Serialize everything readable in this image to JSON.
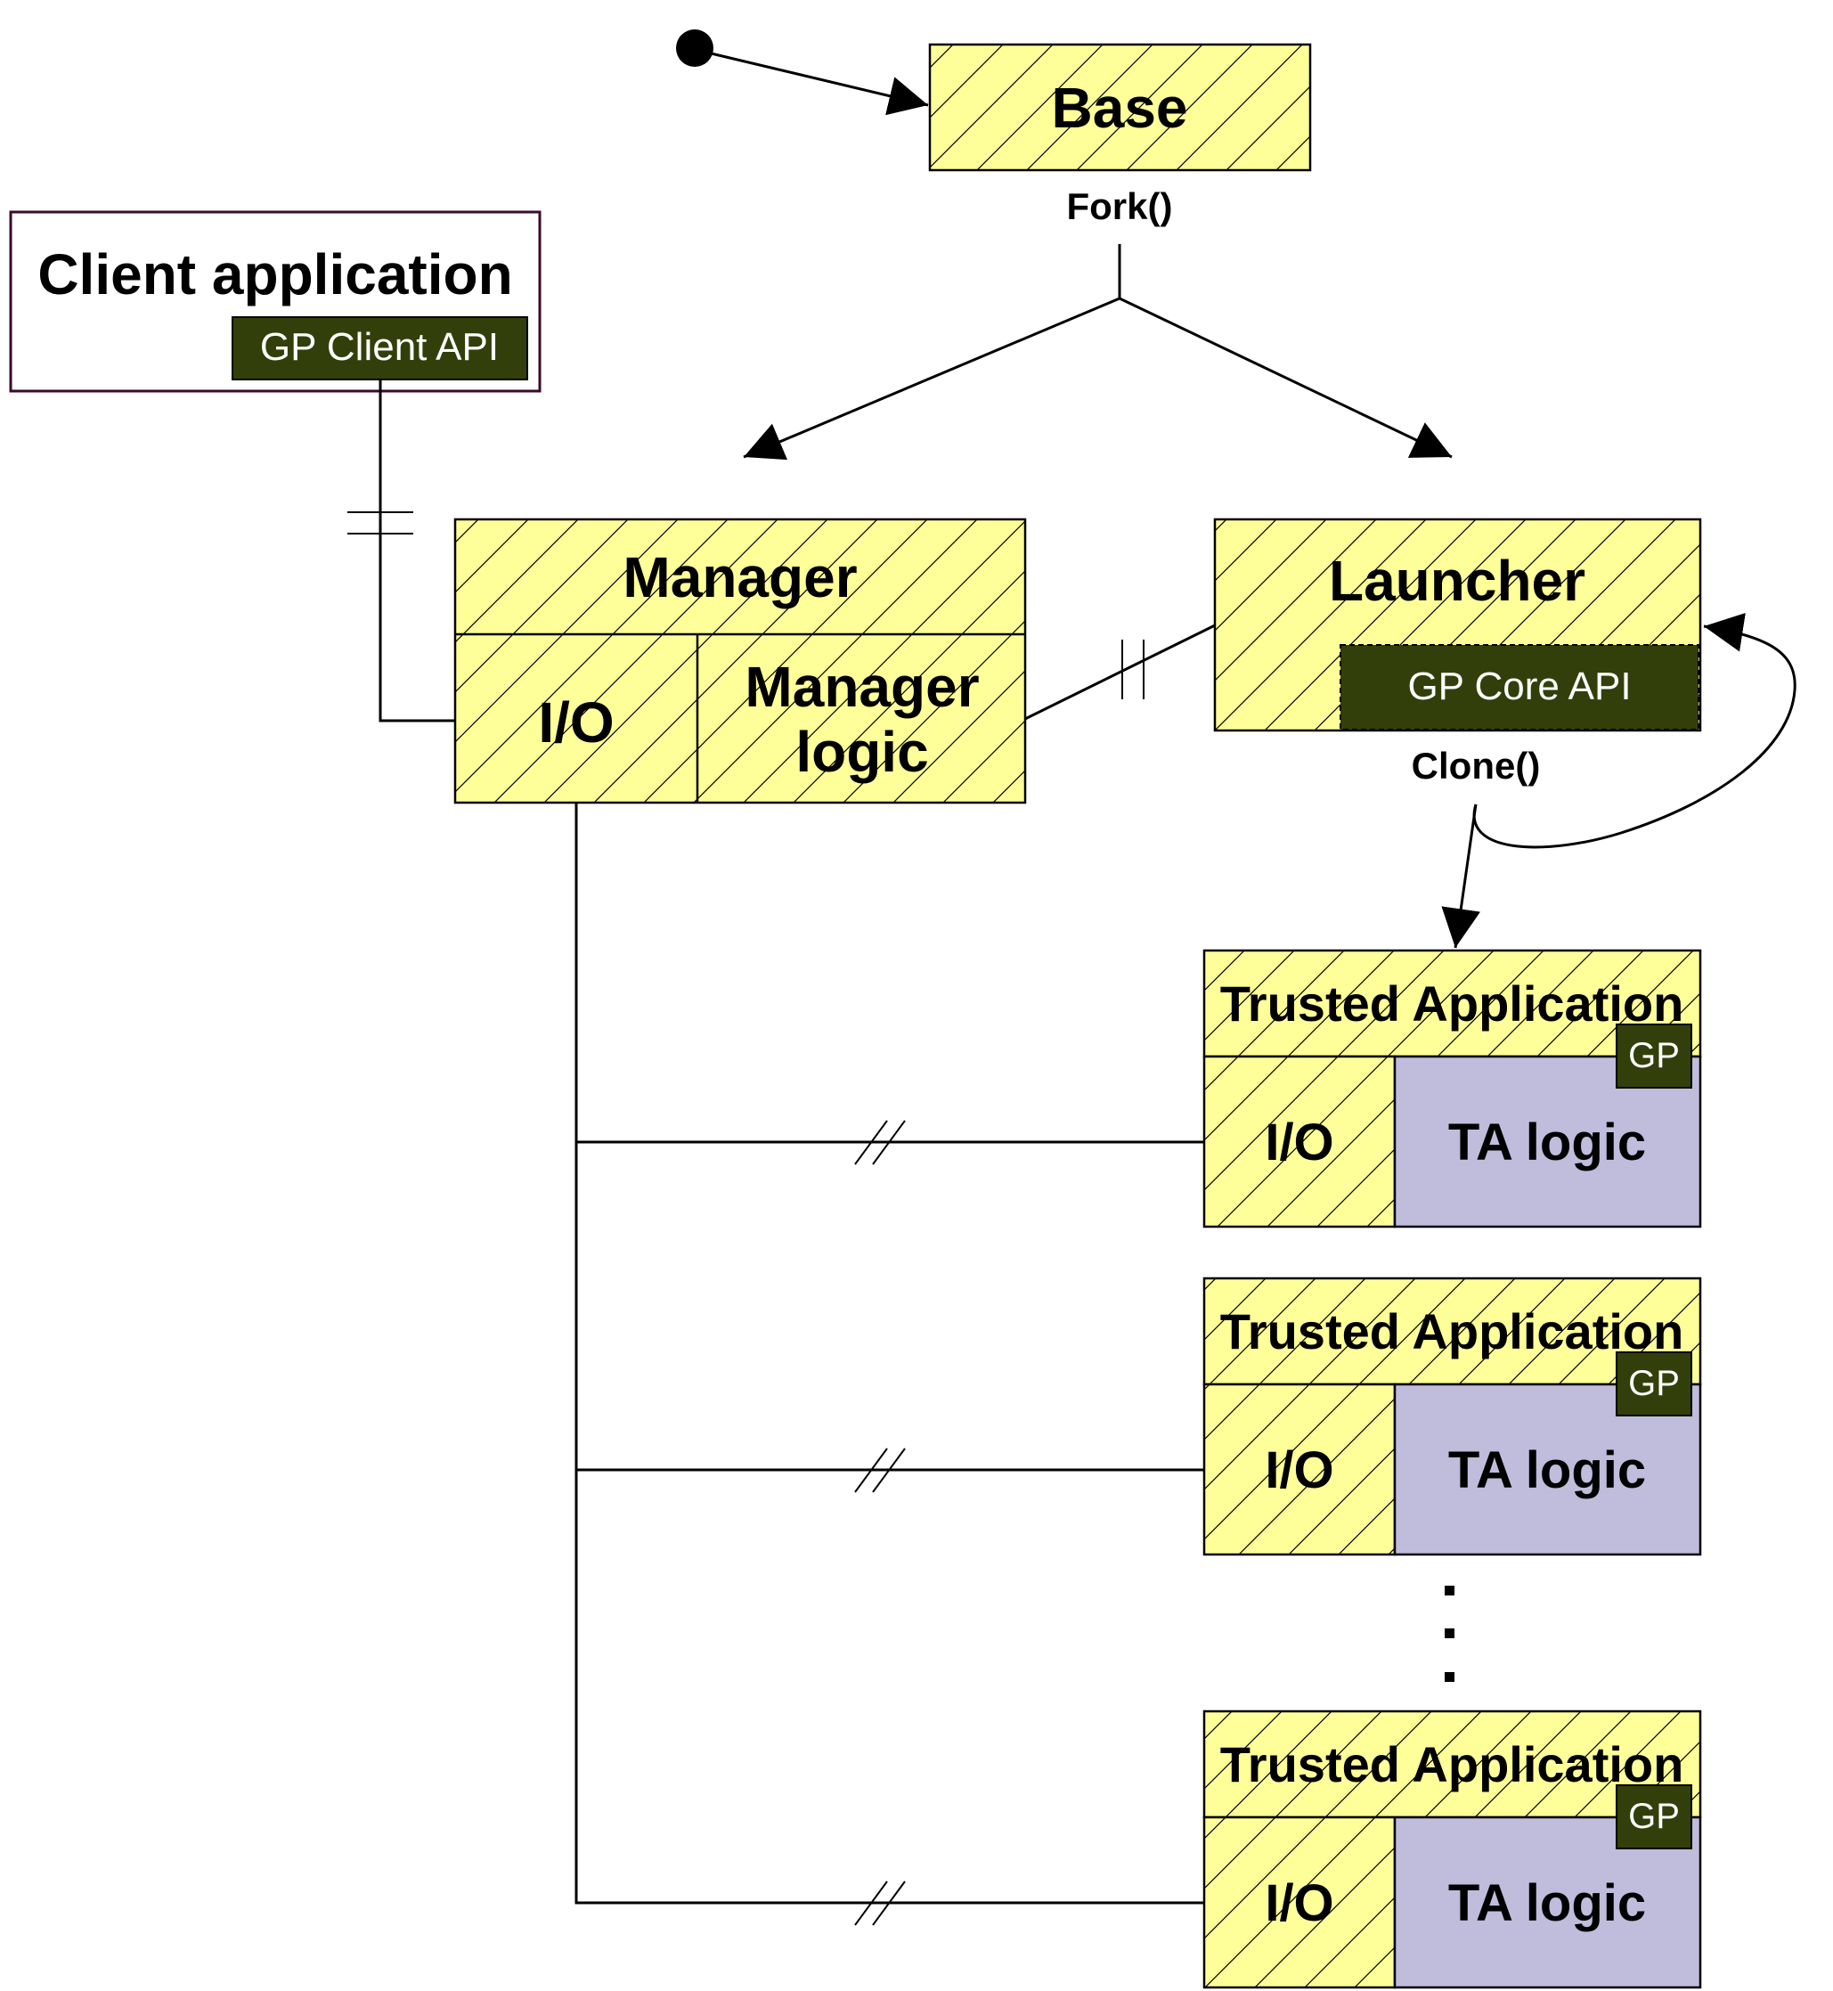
{
  "colors": {
    "process_fill": "#ffff99",
    "ta_logic_fill": "#bfbcdc",
    "api_fill": "#333f0a",
    "client_border": "#3a0a2a",
    "line": "#000000"
  },
  "start_node": {
    "icon": "start-dot-icon"
  },
  "base": {
    "title": "Base",
    "action": "Fork()"
  },
  "client": {
    "title": "Client application",
    "api_label": "GP Client API"
  },
  "manager": {
    "title": "Manager",
    "io_label": "I/O",
    "logic_label_line1": "Manager",
    "logic_label_line2": "logic"
  },
  "launcher": {
    "title": "Launcher",
    "api_label": "GP Core API",
    "action": "Clone()"
  },
  "trusted_apps": [
    {
      "title": "Trusted Application",
      "gp_label": "GP",
      "io_label": "I/O",
      "logic_label": "TA logic"
    },
    {
      "title": "Trusted Application",
      "gp_label": "GP",
      "io_label": "I/O",
      "logic_label": "TA logic"
    },
    {
      "title": "Trusted Application",
      "gp_label": "GP",
      "io_label": "I/O",
      "logic_label": "TA logic"
    }
  ],
  "ellipsis": {
    "icon": "vertical-ellipsis-icon"
  }
}
